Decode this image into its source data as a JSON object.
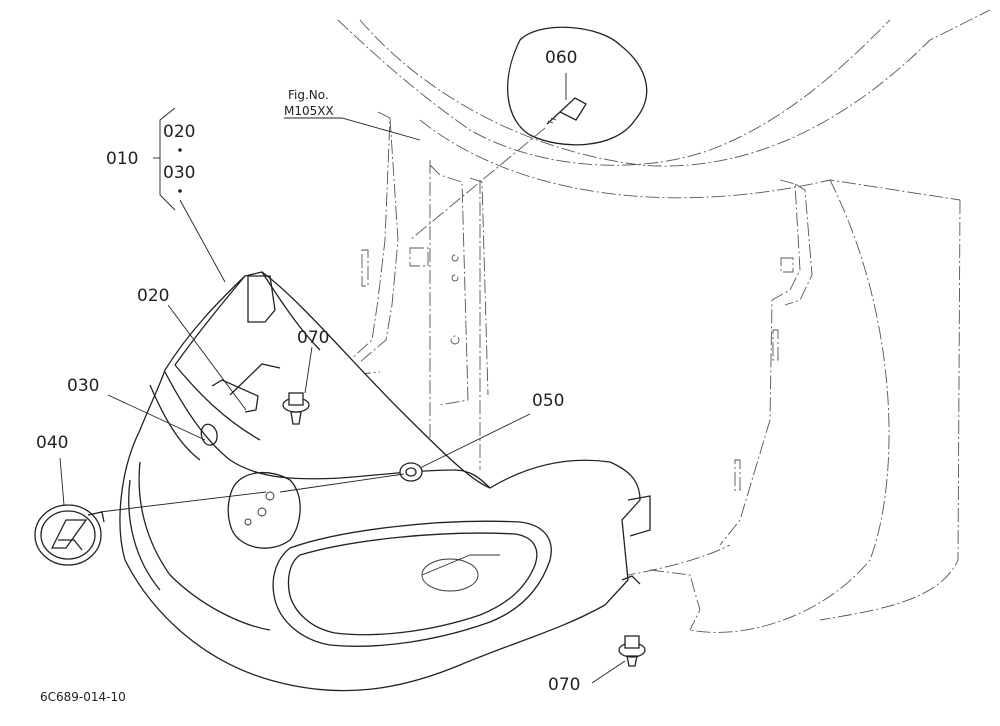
{
  "figure_ref": {
    "line1": "Fig.No.",
    "line2": "M105XX"
  },
  "callouts": {
    "p010": "010",
    "p020_group": "020",
    "p030_group": "030",
    "p020": "020",
    "p030": "030",
    "p040": "040",
    "p050": "050",
    "p060": "060",
    "p070_upper": "070",
    "p070_lower": "070"
  },
  "drawing_code": "6C689-014-10"
}
